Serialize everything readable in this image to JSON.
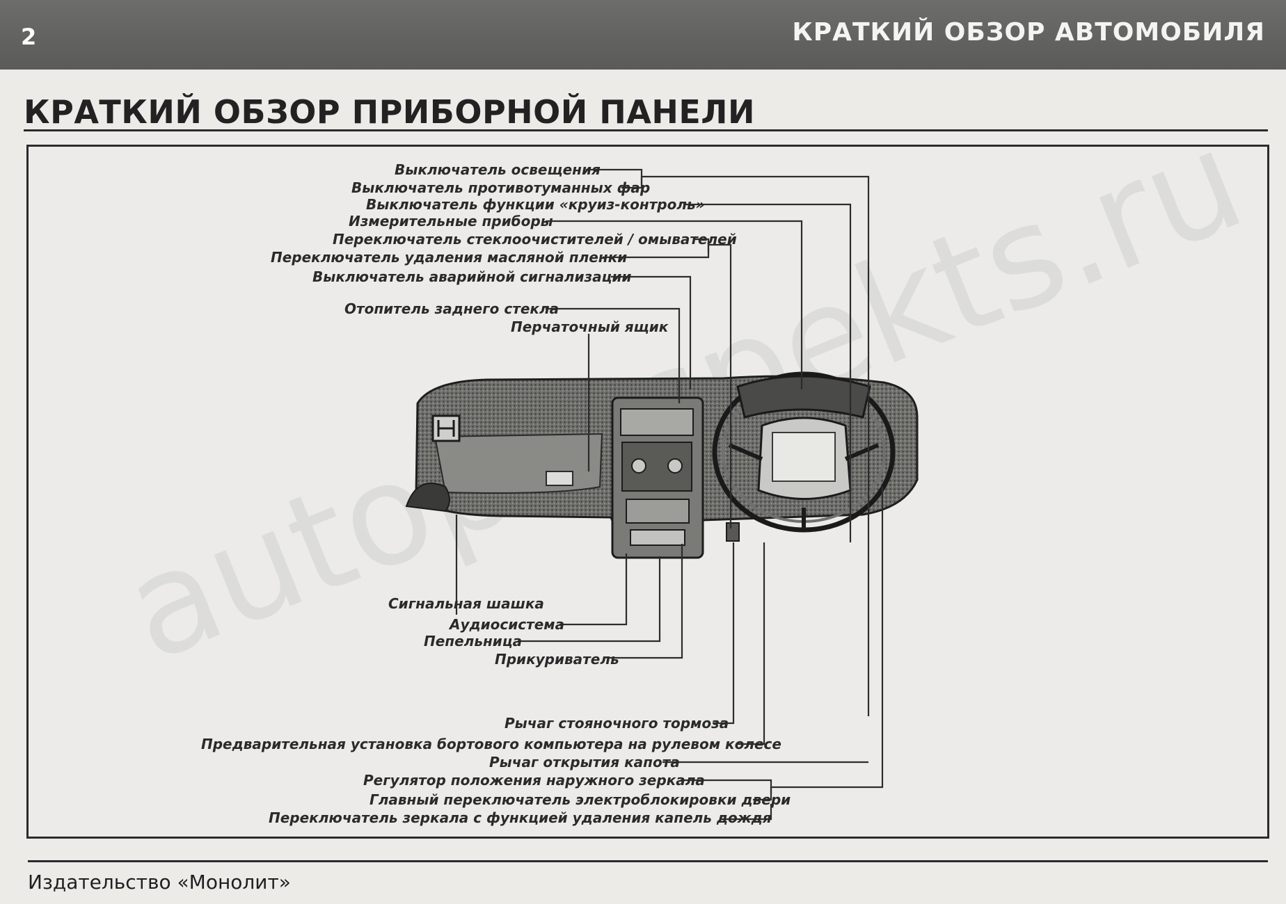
{
  "header": {
    "page_number": "2",
    "section": "КРАТКИЙ ОБЗОР АВТОМОБИЛЯ"
  },
  "title": "КРАТКИЙ ОБЗОР ПРИБОРНОЙ ПАНЕЛИ",
  "watermark": "autoprospekts.ru",
  "callouts": {
    "lighting_switch": "Выключатель освещения",
    "fog_switch": "Выключатель противотуманных фар",
    "cruise_switch": "Выключатель функции «круиз-контроль»",
    "instruments": "Измерительные приборы",
    "wiper_switch": "Переключатель стеклоочистителей / омывателей",
    "oil_film_switch": "Переключатель удаления масляной пленки",
    "hazard_switch": "Выключатель аварийной сигнализации",
    "rear_heater": "Отопитель заднего стекла",
    "glove_box": "Перчаточный ящик",
    "signal_knob": "Сигнальная шашка",
    "audio": "Аудиосистема",
    "ashtray": "Пепельница",
    "lighter": "Прикуриватель",
    "parking_brake": "Рычаг стояночного тормоза",
    "trip_computer": "Предварительная установка бортового компьютера на рулевом колесе",
    "hood_lever": "Рычаг открытия капота",
    "mirror_adjust": "Регулятор положения наружного зеркала",
    "door_lock_switch": "Главный переключатель электроблокировки двери",
    "mirror_rain_switch": "Переключатель зеркала с функцией удаления капель дождя"
  },
  "footer": {
    "publisher": "Издательство «Монолит»"
  }
}
